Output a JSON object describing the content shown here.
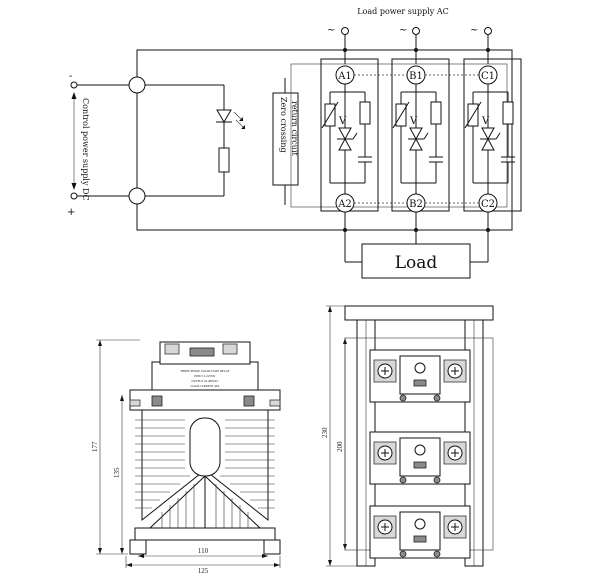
{
  "schematic": {
    "ac_supply_label": "Load power supply AC",
    "ac_symbol": "~",
    "control_label": "Control power supply DC",
    "control_minus": "-",
    "control_plus": "+",
    "zero_crossing_label": "Zero crossing return circuit",
    "varistor_label": "V",
    "load_label": "Load",
    "top_nodes": [
      "A1",
      "B1",
      "C1"
    ],
    "bottom_nodes": [
      "A2",
      "B2",
      "C2"
    ]
  },
  "side_view": {
    "dim_height": "177",
    "dim_inner_height": "135",
    "dim_inner_width": "110",
    "dim_width": "125",
    "label_lines": [
      "THREE PHASE SOLID STATE RELAY",
      "INPUT 4-32VDC",
      "OUTPUT 24-480VAC",
      "LOAD CURRENT 40A"
    ]
  },
  "top_view": {
    "dim_outer": "230",
    "dim_inner": "200"
  }
}
